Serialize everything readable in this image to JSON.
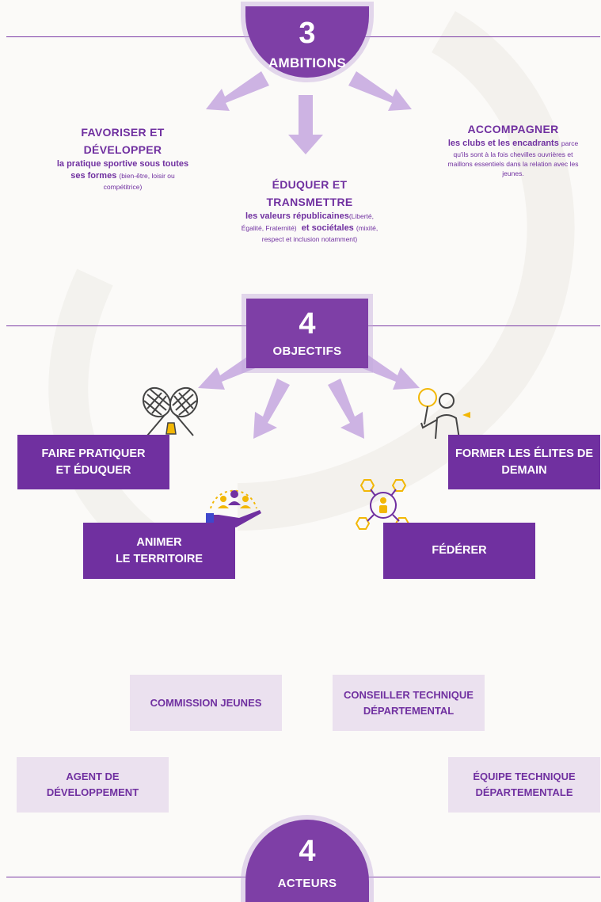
{
  "ambitions": {
    "number": "3",
    "label": "AMBITIONS",
    "items": [
      {
        "title_l1": "FAVORISER ET",
        "title_l2": "DÉVELOPPER",
        "bold_l1": "la pratique sportive sous toutes",
        "bold_l2": "ses formes",
        "small_a": "(bien-être, loisir ou",
        "small_b": "compétitrice)"
      },
      {
        "title_l1": "ÉDUQUER ET",
        "title_l2": "TRANSMETTRE",
        "bold_l1": "les valeurs républicaines",
        "small_a": "(Liberté,",
        "small_b": "Égalité, Fraternité)",
        "bold_l2": "et sociétales",
        "small_c": "(mixité,",
        "small_d": "respect et inclusion notamment)"
      },
      {
        "title": "ACCOMPAGNER",
        "bold": "les clubs et les encadrants",
        "small_a": "parce",
        "small_b": "qu'ils sont à la fois chevilles ouvrières et",
        "small_c": "maillons essentiels dans la relation avec les",
        "small_d": "jeunes."
      }
    ]
  },
  "objectifs": {
    "number": "4",
    "label": "OBJECTIFS",
    "items": [
      {
        "l1": "FAIRE PRATIQUER",
        "l2": "ET ÉDUQUER",
        "icon": "badminton-rackets-icon"
      },
      {
        "l1": "FORMER LES ÉLITES DE",
        "l2": "DEMAIN",
        "icon": "badminton-player-icon"
      },
      {
        "l1": "ANIMER",
        "l2": "LE TERRITOIRE",
        "icon": "team-hand-icon"
      },
      {
        "l1": "FÉDÉRER",
        "icon": "network-person-icon"
      }
    ]
  },
  "acteurs": {
    "number": "4",
    "label": "ACTEURS",
    "items": [
      {
        "l1": "COMMISSION JEUNES"
      },
      {
        "l1": "CONSEILLER TECHNIQUE",
        "l2": "DÉPARTEMENTAL"
      },
      {
        "l1": "AGENT DE",
        "l2": "DÉVELOPPEMENT"
      },
      {
        "l1": "ÉQUIPE TECHNIQUE",
        "l2": "DÉPARTEMENTALE"
      }
    ]
  },
  "colors": {
    "primary": "#7030a0",
    "badge": "#7e3fa6",
    "arrow": "#cdb3e3",
    "actor_bg": "#ebe1ef",
    "icon_accent": "#f2b705"
  }
}
